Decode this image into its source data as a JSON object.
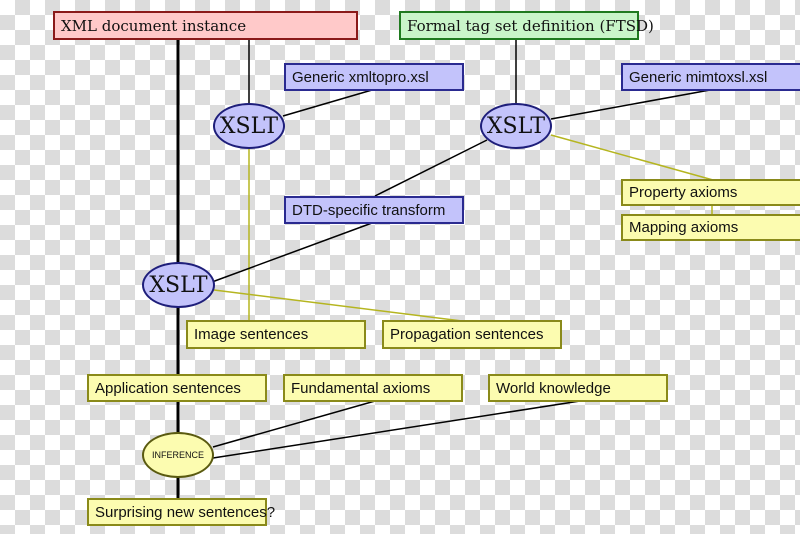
{
  "diagram": {
    "colors": {
      "source_fill": "#ffc9c9",
      "definition_fill": "#c9f5c9",
      "transform_fill": "#c3c3fb",
      "sentence_fill": "#fcfcb0",
      "primary_link": "#000000",
      "secondary_link": "#b5b520"
    },
    "nodes": {
      "xml_instance": "XML document instance",
      "ftsd": "Formal tag set definition (FTSD)",
      "xmltopro": "Generic xmltopro.xsl",
      "mimtoxsl": "Generic mimtoxsl.xsl",
      "xslt_left": "XSLT",
      "xslt_right": "XSLT",
      "xslt_main": "XSLT",
      "dtd_transform": "DTD-specific transform",
      "property_axioms": "Property axioms",
      "mapping_axioms": "Mapping axioms",
      "image_sentences": "Image sentences",
      "propagation_sentences": "Propagation sentences",
      "application_sentences": "Application sentences",
      "fundamental_axioms": "Fundamental axioms",
      "world_knowledge": "World knowledge",
      "inference": "INFERENCE",
      "surprising": "Surprising new sentences?"
    },
    "edges": [
      {
        "from": "xml_instance",
        "to": "xslt_main",
        "style": "primary"
      },
      {
        "from": "xml_instance",
        "to": "xslt_left",
        "style": "primary"
      },
      {
        "from": "xmltopro",
        "to": "xslt_left",
        "style": "primary"
      },
      {
        "from": "xslt_left",
        "to": "image_sentences",
        "style": "secondary"
      },
      {
        "from": "ftsd",
        "to": "xslt_right",
        "style": "primary"
      },
      {
        "from": "mimtoxsl",
        "to": "xslt_right",
        "style": "primary"
      },
      {
        "from": "xslt_right",
        "to": "property_axioms",
        "style": "secondary"
      },
      {
        "from": "property_axioms",
        "to": "mapping_axioms",
        "style": "secondary"
      },
      {
        "from": "xslt_right",
        "to": "xslt_main",
        "style": "primary",
        "via": "dtd_transform"
      },
      {
        "from": "xslt_main",
        "to": "propagation_sentences",
        "style": "secondary"
      },
      {
        "from": "xslt_main",
        "to": "application_sentences",
        "style": "primary"
      },
      {
        "from": "application_sentences",
        "to": "inference",
        "style": "primary"
      },
      {
        "from": "fundamental_axioms",
        "to": "inference",
        "style": "primary"
      },
      {
        "from": "world_knowledge",
        "to": "inference",
        "style": "primary"
      },
      {
        "from": "inference",
        "to": "surprising",
        "style": "primary"
      }
    ]
  }
}
